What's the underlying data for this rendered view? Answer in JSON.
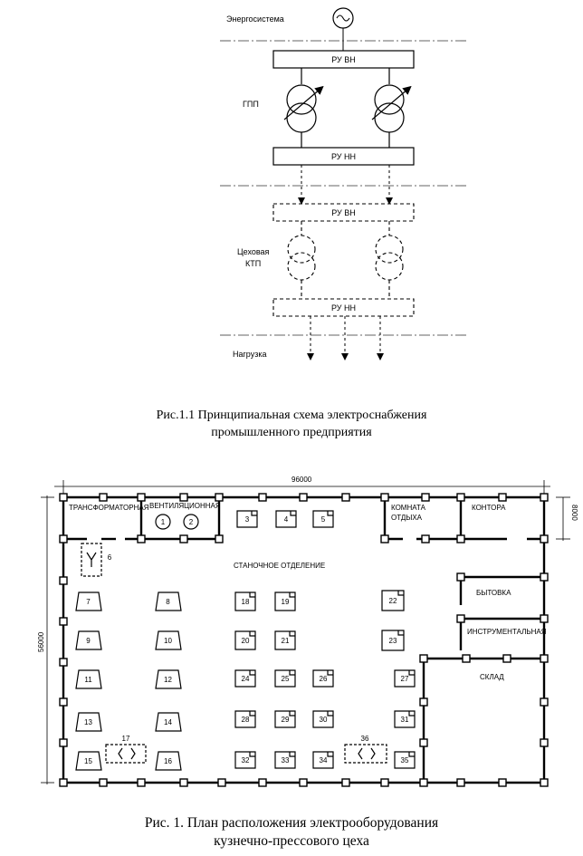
{
  "scheme": {
    "energy_system": "Энергосистема",
    "gpp": "ГПП",
    "ru_vn": "РУ ВН",
    "ru_nn": "РУ НН",
    "ru_vn_2": "РУ ВН",
    "ru_nn_2": "РУ НН",
    "ktp_line1": "Цеховая",
    "ktp_line2": "КТП",
    "load": "Нагрузка"
  },
  "caption1": {
    "line1": "Рис.1.1 Принципиальная схема электроснабжения",
    "line2": "промышленного предприятия"
  },
  "plan": {
    "dim_width": "96000",
    "dim_height": "56000",
    "dim_side": "8000",
    "rooms": {
      "transformer": "ТРАНСФОРМАТОРНАЯ",
      "ventilation": "ВЕНТИЛЯЦИОННАЯ",
      "rest_line1": "КОМНАТА",
      "rest_line2": "ОТДЫХА",
      "office": "КОНТОРА",
      "machine": "СТАНОЧНОЕ  ОТДЕЛЕНИЕ",
      "household": "БЫТОВКА",
      "tool": "ИНСТРУМЕНТАЛЬНАЯ",
      "storage": "СКЛАД"
    },
    "equipment": [
      "1",
      "2",
      "3",
      "4",
      "5",
      "6",
      "7",
      "8",
      "9",
      "10",
      "11",
      "12",
      "13",
      "14",
      "15",
      "16",
      "17",
      "18",
      "19",
      "20",
      "21",
      "22",
      "23",
      "24",
      "25",
      "26",
      "27",
      "28",
      "29",
      "30",
      "31",
      "32",
      "33",
      "34",
      "35",
      "36"
    ]
  },
  "caption2": {
    "line1": "Рис. 1. План расположения электрооборудования",
    "line2": "кузнечно-прессового цеха"
  }
}
